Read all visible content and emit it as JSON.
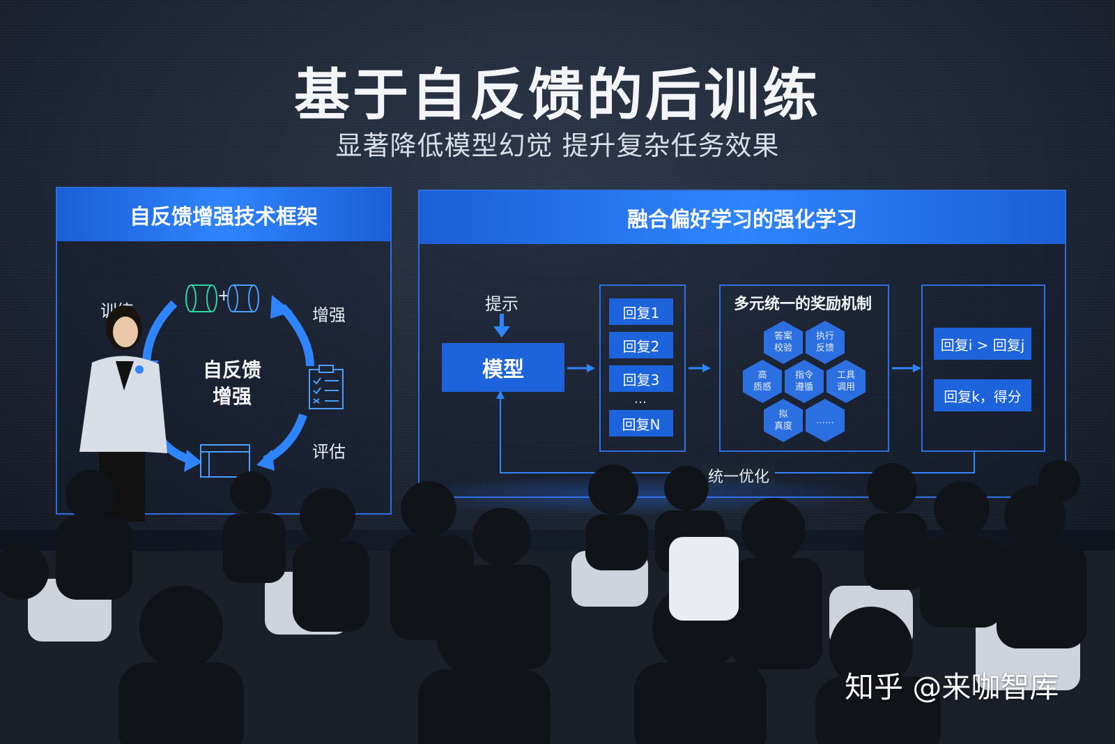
{
  "slide": {
    "title": "基于自反馈的后训练",
    "subtitle": "显著降低模型幻觉  提升复杂任务效果",
    "left_panel": {
      "heading": "自反馈增强技术框架",
      "center_line1": "自反馈",
      "center_line2": "增强",
      "label_train": "训练",
      "label_enhance": "增强",
      "label_evaluate": "评估",
      "plus": "+"
    },
    "right_panel": {
      "heading": "融合偏好学习的强化学习",
      "prompt_label": "提示",
      "model_label": "模型",
      "responses": [
        "回复1",
        "回复2",
        "回复3",
        "…",
        "回复N"
      ],
      "reward_title": "多元统一的奖励机制",
      "reward_hexes": [
        "答案\n校验",
        "执行\n反馈",
        "高\n质感",
        "指令\n遵循",
        "工具\n调用",
        "拟\n真度",
        "……"
      ],
      "output_pair": "回复i > 回复j",
      "output_score": "回复k，得分",
      "loop_label": "统一优化"
    }
  },
  "watermark": "知乎 @来咖智库",
  "colors": {
    "accent_blue": "#1d63db",
    "panel_border": "#2f6fe0",
    "screen_bg": "#1d2533"
  }
}
